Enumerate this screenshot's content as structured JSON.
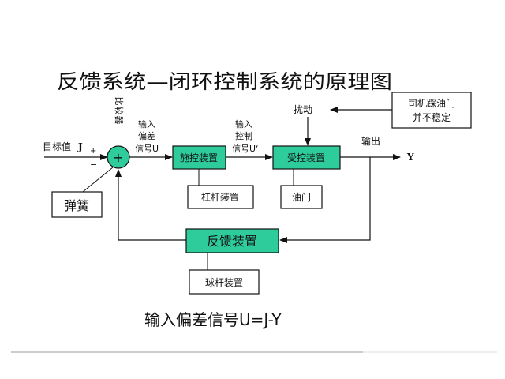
{
  "title": "反馈系统—闭环控制系统的原理图",
  "colors": {
    "block_fill": "#2ecc9a",
    "line": "#111111",
    "background": "#ffffff"
  },
  "labels": {
    "comparator_vertical": "比较器",
    "target_value": "目标值",
    "j": "J",
    "plus": "+",
    "minus": "−",
    "sum_symbol": "+",
    "input_deviation": [
      "输入",
      "偏差",
      "信号U"
    ],
    "input_control": [
      "输入",
      "控制",
      "信号U‘"
    ],
    "disturbance": "扰动",
    "driver_note": [
      "司机踩油门",
      "并不稳定"
    ],
    "output": "输出",
    "y": "Y",
    "spring": "弹簧",
    "lever_device": "杠杆装置",
    "throttle": "油门",
    "ball_rod_device": "球杆装置",
    "formula": "输入偏差信号U=J-Y"
  },
  "blocks": {
    "control_device": "施控装置",
    "controlled_device": "受控装置",
    "feedback_device": "反馈装置"
  }
}
